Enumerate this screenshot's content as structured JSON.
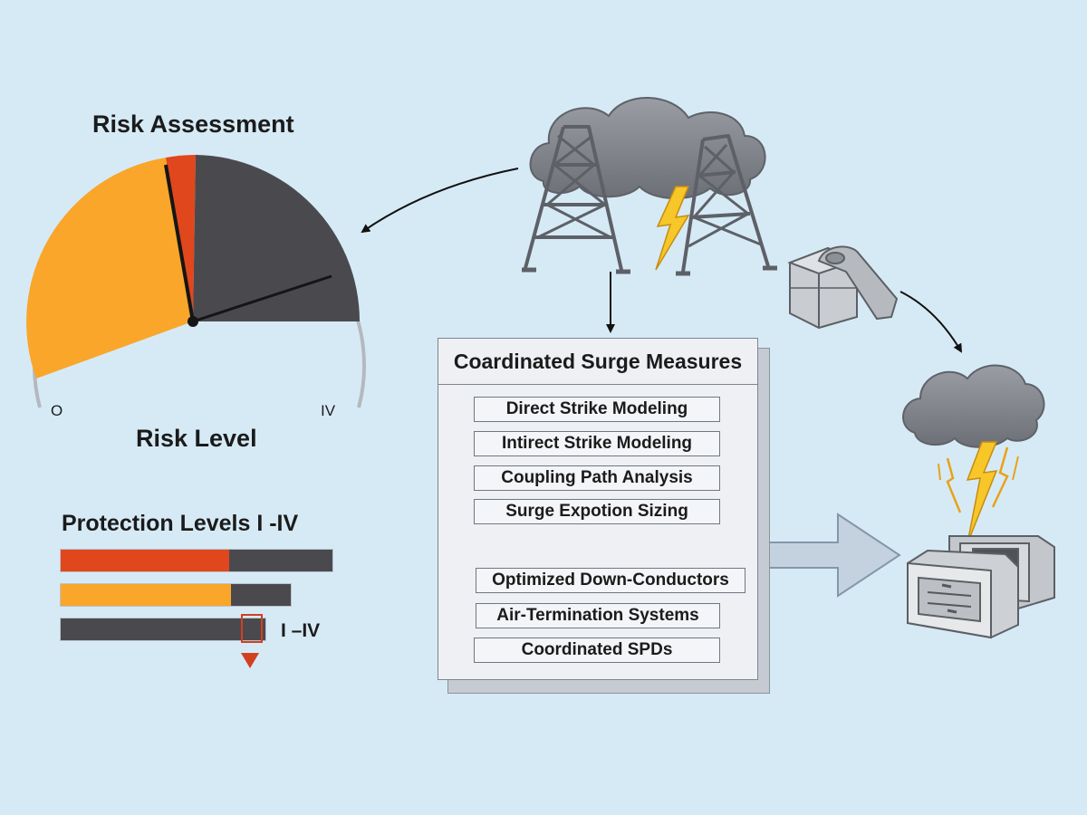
{
  "gauge": {
    "title": "Risk Assessment",
    "caption": "Risk Level",
    "tick_min": "O",
    "tick_max": "IV"
  },
  "protection": {
    "title": "Protection Levels I  -IV",
    "bar_caption": "I –IV",
    "bars": [
      {
        "primary_color": "#e0471c",
        "primary_fraction": 0.62,
        "rest_color": "#4a4a4e"
      },
      {
        "primary_color": "#f9a62b",
        "primary_fraction": 0.74,
        "rest_color": "#4a4a4e"
      },
      {
        "primary_color": "#4a4a4e",
        "primary_fraction": 1.0,
        "rest_color": "#4a4a4e"
      }
    ]
  },
  "measures": {
    "title": "Coardinated Surge Measures",
    "group1": [
      "Direct Strike Modeling",
      "Intirect Strike Modeling",
      "Coupling Path Analysis",
      "Surge Expotion Sizing"
    ],
    "group2": [
      "Optimized Down-Conductors",
      "Air-Termination Systems",
      "Coordinated SPDs"
    ]
  },
  "colors": {
    "background": "#d6eaf6",
    "orange": "#f9a62b",
    "red": "#e0471c",
    "dark": "#4a4a4e",
    "lightning": "#f7c628"
  },
  "icons": [
    "storm-cloud-icon",
    "transmission-tower-icon",
    "lightning-bolt-icon",
    "clamp-connector-icon",
    "protected-equipment-icon",
    "big-arrow-icon"
  ]
}
